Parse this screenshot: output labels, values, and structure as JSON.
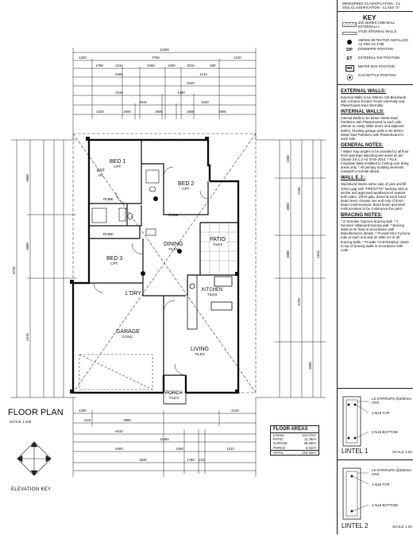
{
  "header": {
    "wind": "WINDSPEED CLASSIFICATION - C1",
    "soil": "SOIL CLASSIFICATION - CLASS \"S\""
  },
  "key": {
    "title": "KEY",
    "items": [
      {
        "symbol": "",
        "icon": "hatch-wall-icon",
        "text": "200 SERIES CMB WALL EXTERNALLY"
      },
      {
        "symbol": "",
        "icon": "stud-wall-icon",
        "text": "STUD INTERNAL WALLS"
      },
      {
        "symbol": "",
        "icon": "smoke-detector-icon",
        "text": "SMOKE DETECTOR INSTALLED AS PER AS 3786"
      },
      {
        "symbol": "DP",
        "icon": "downpipe-icon",
        "text": "DOWNPIPE POSITION"
      },
      {
        "symbol": "ET",
        "icon": "external-tap-icon",
        "text": "EXTERNAL TAP POSITION"
      },
      {
        "symbol": "MB",
        "icon": "meter-box-icon",
        "text": "METER BOX POSITION"
      },
      {
        "symbol": "",
        "icon": "gas-bottle-icon",
        "text": "GAS BOTTLE POSITION"
      }
    ]
  },
  "notes": [
    {
      "title": "EXTERNAL WALLS:",
      "text": "External Walls to be 200mm CM Blockwork with Cement Scratch Finish externally and Plasterboard lined internally."
    },
    {
      "title": "INTERNAL WALLS:",
      "text": "Internal Walls to be 64mm Metal Stud Partitions with Plasterboard to each side (90mm to cavity slider doors and adjacent baths). Dividing garage walls to be 90mm Metal Stud Partitions with Plasterboard to each side."
    },
    {
      "title": "GENERAL NOTES:",
      "text": "* Water stop angles to be provided to all floor level openings adjoining wet areas as per Clause 3.8.1.2 AS 3740-2010. * R2.5 Insulation batts installed to Ceiling over living areas only. * All primary building elements resistant to termite attack."
    },
    {
      "title": "WALL E.J.:",
      "text": "Stackbond blocks either side of joint and fill 10mm gap with \"PRESTITE\" backing strip or similar and approved weatherproof sealant both sides. 1/R10 galv. dowel at each bond beam level. Grease one end only of bond beam reinforcement. Bond beam and lintel reinforcement to be continuous thru joint."
    },
    {
      "title": "BRACING NOTES:",
      "text": "* G Denotes Gyprock bracing wall. * V Denotes Villaboard bracing wall. * Bracing walls to be fixed in accordance with Manufacturers details. * Provide M12 Cyclone rods at each end and @ 1800 crs to all bracing walls. * Provide \"Anti-Racking\" cleats to top of bracing walls in accordance with code."
    }
  ],
  "lintels": [
    {
      "title": "LINTEL 1",
      "scale": "SCALE 1:20",
      "stirrups": "L8 STIRRUPS @200mm CRS",
      "top": "2-N16 TOP",
      "bottom": "2-N16 BOTTOM"
    },
    {
      "title": "LINTEL 2",
      "scale": "SCALE 1:20",
      "stirrups": "L8 STIRRUPS @200mm CRS",
      "top": "1-N16 TOP",
      "bottom": "1-N16 BOTTOM"
    }
  ],
  "plan": {
    "title": "FLOOR PLAN",
    "scale": "SCALE 1:100",
    "elevation_key": "ELEVATION KEY",
    "rooms": [
      {
        "name": "BED 1",
        "finish": "CPT."
      },
      {
        "name": "BED 2",
        "finish": "CPT."
      },
      {
        "name": "BED 3",
        "finish": "CPT."
      },
      {
        "name": "DINING",
        "finish": "TILES"
      },
      {
        "name": "KITCHEN",
        "finish": "TILES"
      },
      {
        "name": "LIVING",
        "finish": "TILES"
      },
      {
        "name": "GARAGE",
        "finish": "CONC."
      },
      {
        "name": "L'DRY",
        "finish": ""
      },
      {
        "name": "PATIO",
        "finish": "TILES"
      },
      {
        "name": "PORCH",
        "finish": "TILES"
      },
      {
        "name": "ROBE",
        "finish": ""
      },
      {
        "name": "ROBE",
        "finish": ""
      },
      {
        "name": "ROBE",
        "finish": ""
      },
      {
        "name": "ENT",
        "finish": "A/C"
      }
    ],
    "top_dims": [
      "11090",
      "1200",
      "7790",
      "2100",
      "1790",
      "1010",
      "2460",
      "1000",
      "2010",
      "830",
      "5460",
      "1210",
      "5420",
      "3415",
      "1430",
      "4615",
      "3430",
      "2420",
      "2600",
      "2600",
      "2600",
      "2600"
    ],
    "bottom_dims": [
      "1200",
      "1110",
      "3980",
      "2100",
      "5410",
      "11090",
      "5400",
      "3540",
      "2260",
      "1780",
      "210",
      "1210"
    ],
    "left_dims": [
      "8740",
      "3600",
      "3600",
      "4410"
    ],
    "right_dims": [
      "2200",
      "4000",
      "3380",
      "2100",
      "4730",
      "3600",
      "1810"
    ]
  },
  "floor_areas": {
    "title": "FLOOR AREAS",
    "rows": [
      {
        "label": "LIVING",
        "value": "101.07m²"
      },
      {
        "label": "PATIO",
        "value": "11.78m²"
      },
      {
        "label": "GARAGE",
        "value": "36.05m²"
      },
      {
        "label": "PORCH",
        "value": "3.52m²"
      }
    ],
    "total_label": "TOTAL",
    "total_value": "153.32m²"
  }
}
